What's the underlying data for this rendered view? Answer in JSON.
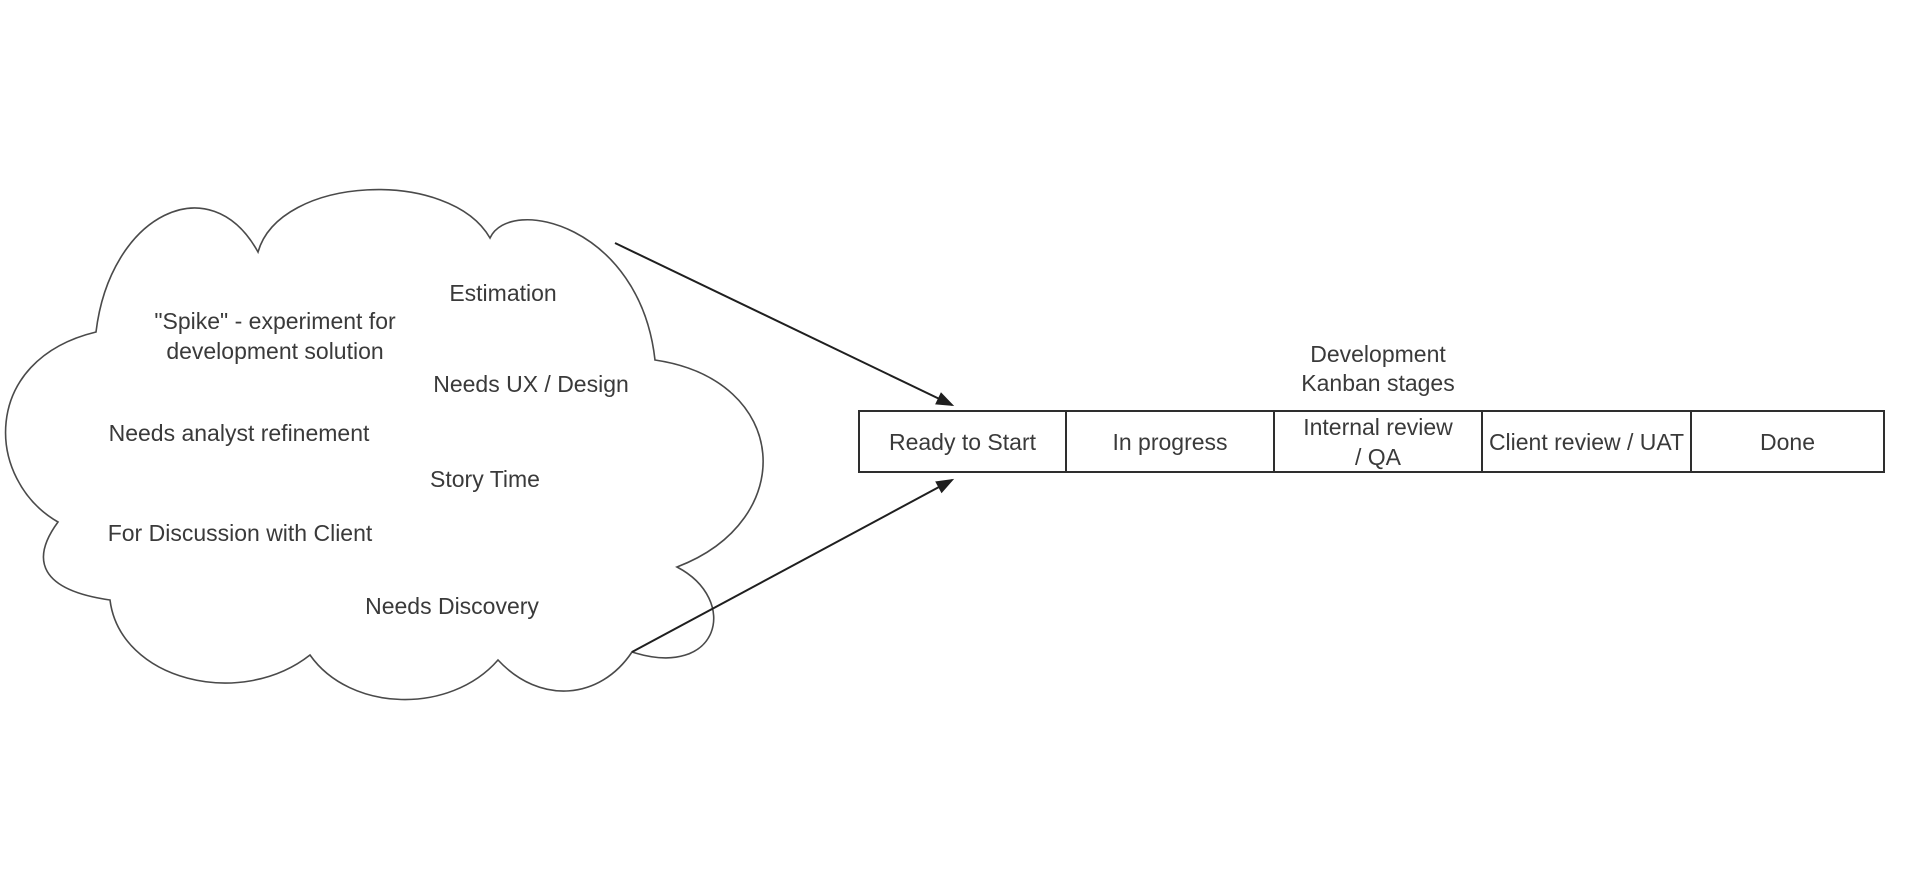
{
  "diagram": {
    "type": "flow-diagram",
    "background": "#ffffff"
  },
  "cloud": {
    "shape": "cloud",
    "items": [
      {
        "id": "estimation",
        "label": "Estimation"
      },
      {
        "id": "spike",
        "label": "\"Spike\" - experiment for development solution"
      },
      {
        "id": "needs-ux-design",
        "label": "Needs UX / Design"
      },
      {
        "id": "needs-analyst-refinement",
        "label": "Needs analyst refinement"
      },
      {
        "id": "story-time",
        "label": "Story Time"
      },
      {
        "id": "for-discussion-with-client",
        "label": "For Discussion with Client"
      },
      {
        "id": "needs-discovery",
        "label": "Needs Discovery"
      }
    ]
  },
  "kanban": {
    "title_line1": "Development",
    "title_line2": "Kanban stages",
    "stages": [
      "Ready to Start",
      "In progress",
      "Internal review / QA",
      "Client review / UAT",
      "Done"
    ]
  },
  "connectors": [
    {
      "id": "arrow-top",
      "from": "cloud",
      "to": "kanban-bar-top-left",
      "style": "solid-arrow"
    },
    {
      "id": "arrow-bottom",
      "from": "cloud",
      "to": "kanban-bar-bottom-left",
      "style": "solid-arrow"
    }
  ],
  "colors": {
    "background": "#ffffff",
    "cloud_stroke": "#4a4a4a",
    "bar_border": "#2e2e2e",
    "arrow": "#1f1f1f",
    "text": "#3a3a3a"
  }
}
